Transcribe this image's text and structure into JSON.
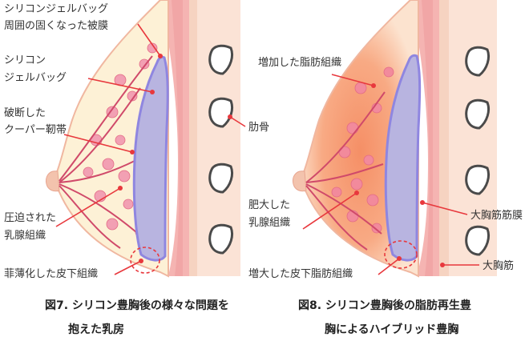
{
  "figures": [
    {
      "labels": {
        "capsule": [
          "シリコンジェルバッグ",
          "周囲の固くなった被膜"
        ],
        "gel_bag": [
          "シリコン",
          "ジェルバッグ"
        ],
        "cooper": [
          "破断した",
          "クーパー靭帯"
        ],
        "gland": [
          "圧迫された",
          "乳腺組織"
        ],
        "subcutis": [
          "菲薄化した皮下組織"
        ]
      },
      "caption": [
        "図7. シリコン豊胸後の様々な問題を",
        "抱えた乳房"
      ]
    },
    {
      "labels": {
        "fat_increase": [
          "増加した脂肪組織"
        ],
        "rib": [
          "肋骨"
        ],
        "gland": [
          "肥大した",
          "乳腺組織"
        ],
        "subcutis": [
          "増大した皮下脂肪組織"
        ],
        "fascia": [
          "大胸筋筋膜"
        ],
        "muscle": [
          "大胸筋"
        ]
      },
      "caption": [
        "図8. シリコン豊胸後の脂肪再生豊",
        "胸によるハイブリッド豊胸"
      ]
    }
  ],
  "colors": {
    "skin": "#f6d3c1",
    "skin_edge": "#f0b7a0",
    "muscle": "#f5b4b2",
    "muscle_dark": "#ec9a9c",
    "implant": "#b8b4e0",
    "implant_edge": "#8f86e0",
    "fat_pale": "#fdf1d6",
    "fat_orange": "#f7a07a",
    "gland": "#e36b86",
    "leader": "#e8383d",
    "rib_outline": "#4a4a4a"
  }
}
